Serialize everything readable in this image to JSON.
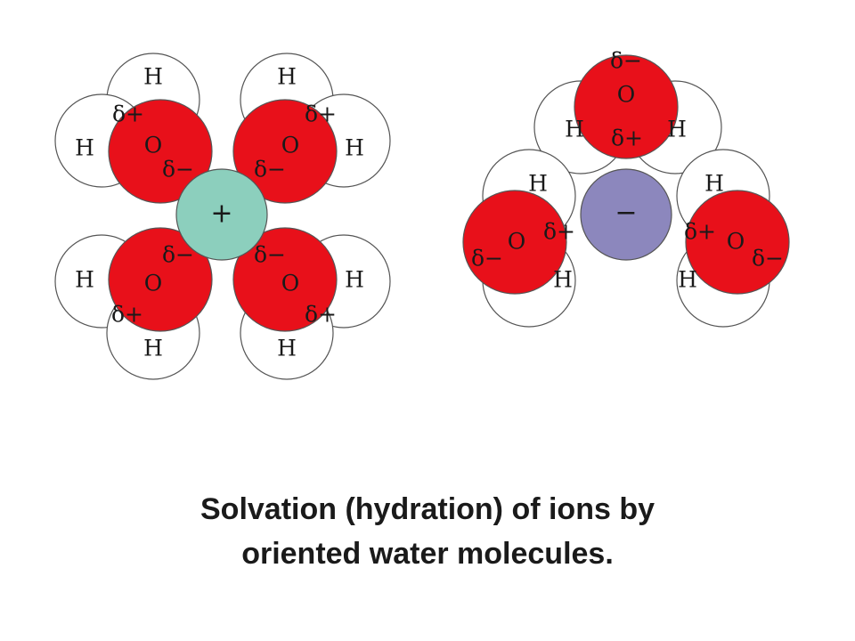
{
  "colors": {
    "oxygen": "#e8101a",
    "cation": "#8ccfbd",
    "anion": "#8c87bd",
    "hydrogen": "#ffffff"
  },
  "labels": {
    "hydrogen": "H",
    "oxygen": "O",
    "delta_plus": "δ+",
    "delta_minus": "δ−",
    "cation_sign": "+",
    "anion_sign": "−"
  },
  "caption": {
    "line1": "Solvation (hydration) of ions by",
    "line2": "oriented water molecules."
  }
}
